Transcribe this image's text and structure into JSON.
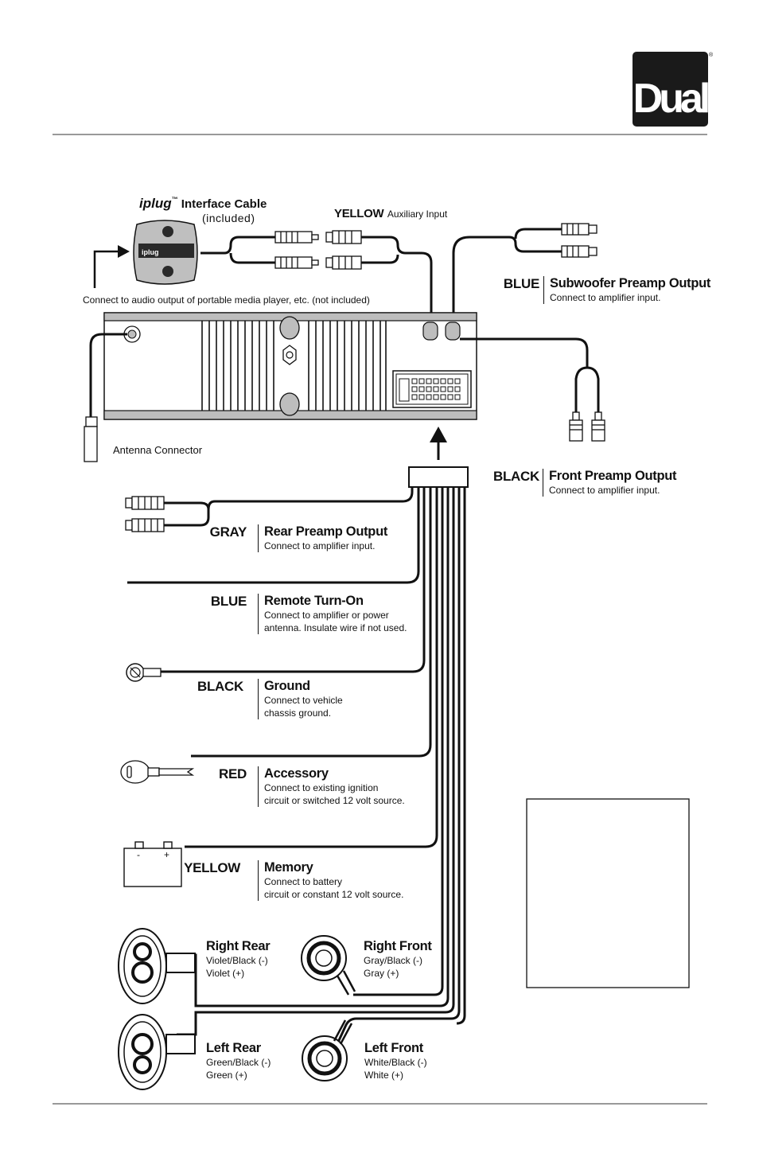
{
  "logo": {
    "text": "Dual",
    "mark": "®"
  },
  "iplug": {
    "brand": "iplug",
    "tm": "™",
    "cable_label": "Interface Cable",
    "included": "(included)",
    "badge_text": "iplug"
  },
  "aux": {
    "color": "YELLOW",
    "label": "Auxiliary Input"
  },
  "media_note": "Connect to audio output of portable media player, etc. (not included)",
  "antenna_label": "Antenna Connector",
  "subwoofer": {
    "color": "BLUE",
    "title": "Subwoofer Preamp Output",
    "desc": "Connect to amplifier input."
  },
  "front_preamp": {
    "color": "BLACK",
    "title": "Front Preamp Output",
    "desc": "Connect to amplifier input."
  },
  "wires": [
    {
      "color": "GRAY",
      "title": "Rear Preamp Output",
      "desc1": "Connect to amplifier input.",
      "desc2": ""
    },
    {
      "color": "BLUE",
      "title": "Remote Turn-On",
      "desc1": "Connect to amplifier or power",
      "desc2": "antenna. Insulate wire if not used."
    },
    {
      "color": "BLACK",
      "title": "Ground",
      "desc1": "Connect to vehicle",
      "desc2": "chassis ground."
    },
    {
      "color": "RED",
      "title": "Accessory",
      "desc1": "Connect to existing ignition",
      "desc2": "circuit or switched 12 volt source."
    },
    {
      "color": "YELLOW",
      "title": "Memory",
      "desc1": "Connect to battery",
      "desc2": "circuit or constant 12 volt source."
    }
  ],
  "battery": {
    "minus": "-",
    "plus": "+"
  },
  "speakers": [
    {
      "title": "Right Rear",
      "neg": "Violet/Black (-)",
      "pos": "Violet (+)"
    },
    {
      "title": "Right Front",
      "neg": "Gray/Black (-)",
      "pos": "Gray (+)"
    },
    {
      "title": "Left Rear",
      "neg": "Green/Black (-)",
      "pos": "Green (+)"
    },
    {
      "title": "Left Front",
      "neg": "White/Black (-)",
      "pos": "White (+)"
    }
  ]
}
